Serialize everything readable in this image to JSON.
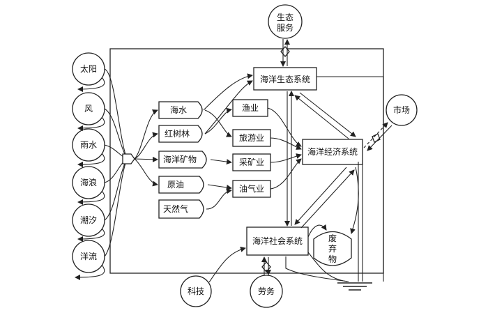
{
  "sources": [
    "太阳",
    "风",
    "雨水",
    "海浪",
    "潮汐",
    "洋流"
  ],
  "resources": [
    "海水",
    "红树林",
    "海洋矿物",
    "原油",
    "天然气"
  ],
  "industries": [
    "渔业",
    "旅游业",
    "采矿业",
    "油气业"
  ],
  "systems": {
    "ecology": "海洋生态系统",
    "economy": "海洋经济系统",
    "society": "海洋社会系统"
  },
  "external": {
    "eco_service_line1": "生态",
    "eco_service_line2": "服务",
    "market": "市场",
    "tech": "科技",
    "labor": "劳务",
    "waste_line1": "废",
    "waste_line2": "弃",
    "waste_line3": "物"
  }
}
